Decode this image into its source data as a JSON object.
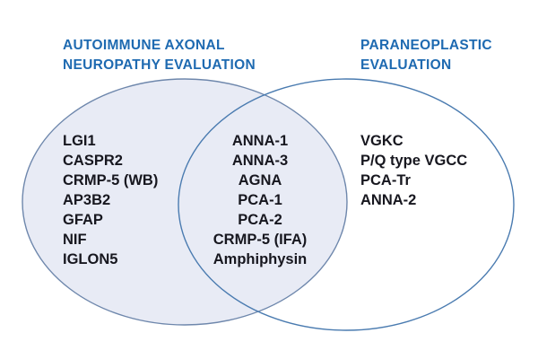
{
  "diagram": {
    "type": "venn",
    "left_set": {
      "title_lines": [
        "AUTOIMMUNE AXONAL",
        "NEUROPATHY EVALUATION"
      ],
      "items": [
        "LGI1",
        "CASPR2",
        "CRMP-5 (WB)",
        "AP3B2",
        "GFAP",
        "NIF",
        "IGLON5"
      ]
    },
    "overlap_set": {
      "items": [
        "ANNA-1",
        "ANNA-3",
        "AGNA",
        "PCA-1",
        "PCA-2",
        "CRMP-5 (IFA)",
        "Amphiphysin"
      ]
    },
    "right_set": {
      "title_lines": [
        "PARANEOPLASTIC",
        "EVALUATION"
      ],
      "items": [
        "VGKC",
        "P/Q type VGCC",
        "PCA-Tr",
        "ANNA-2"
      ]
    },
    "colors": {
      "heading_blue": "#1e6ab1",
      "left_circle_fill": "#e8ebf5",
      "left_circle_stroke": "#6e87ac",
      "right_circle_stroke": "#4a7bb0",
      "item_text": "#17171f",
      "background": "#ffffff"
    }
  }
}
